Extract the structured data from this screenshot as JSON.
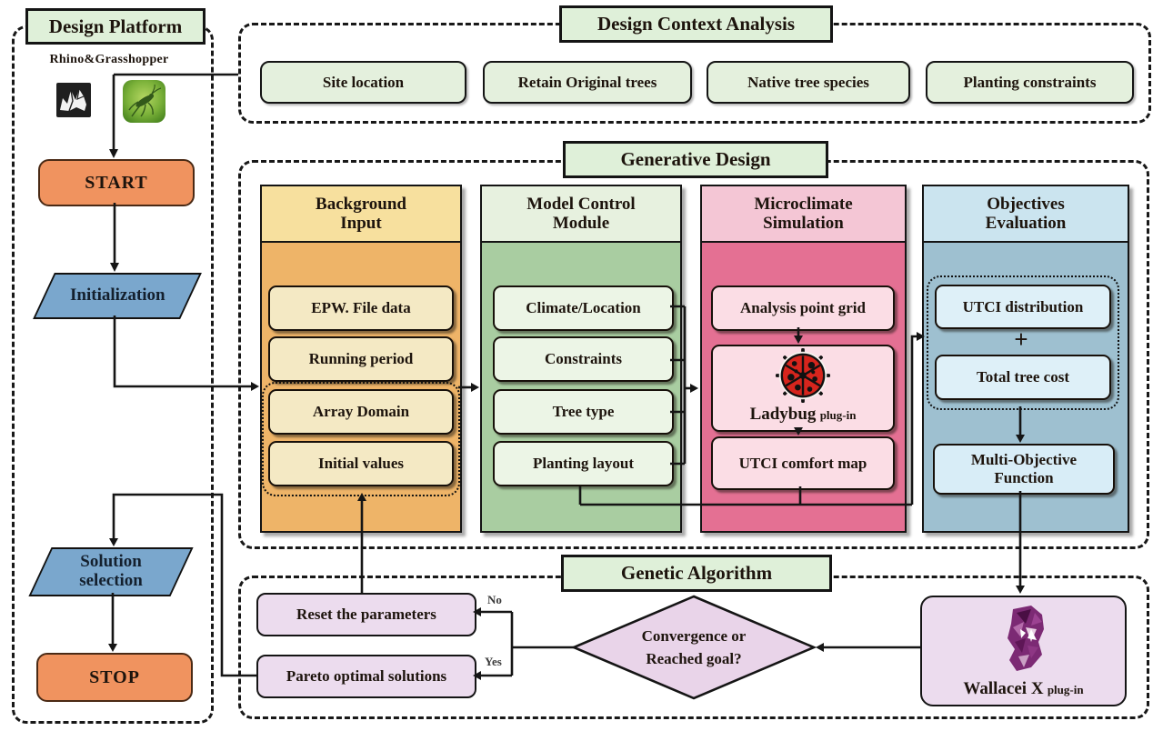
{
  "design_platform": {
    "title": "Design Platform",
    "tools_label": "Rhino&Grasshopper",
    "start": "START",
    "initialization": "Initialization",
    "solution_selection": "Solution selection",
    "stop": "STOP"
  },
  "design_context_analysis": {
    "title": "Design Context Analysis",
    "items": [
      "Site location",
      "Retain Original trees",
      "Native tree species",
      "Planting constraints"
    ]
  },
  "generative_design": {
    "title": "Generative Design",
    "columns": [
      {
        "title": "Background Input",
        "items": [
          "EPW. File data",
          "Running period",
          "Array Domain",
          "Initial values"
        ]
      },
      {
        "title": "Model Control Module",
        "items": [
          "Climate/Location",
          "Constraints",
          "Tree type",
          "Planting layout"
        ]
      },
      {
        "title": "Microclimate Simulation",
        "items": [
          "Analysis point grid",
          "UTCI comfort map"
        ],
        "plugin_name": "Ladybug",
        "plugin_suffix": "plug-in"
      },
      {
        "title": "Objectives Evaluation",
        "items": [
          "UTCI distribution",
          "Total tree cost",
          "Multi-Objective Function"
        ],
        "plus": "+"
      }
    ]
  },
  "genetic_algorithm": {
    "title": "Genetic Algorithm",
    "reset": "Reset the parameters",
    "pareto": "Pareto optimal solutions",
    "decision": "Convergence or Reached goal?",
    "no_label": "No",
    "yes_label": "Yes",
    "plugin_name": "Wallacei X",
    "plugin_suffix": "plug-in"
  },
  "colors": {
    "title_green": "#dff0d9",
    "context_green": "#e4f0dd",
    "start_stop_orange": "#f0935f",
    "parallelogram_blue": "#7aa7cd",
    "background_input_header": "#f7e09e",
    "background_input_body": "#eeb468",
    "background_input_item": "#f4e9c4",
    "model_control_header": "#e7f1df",
    "model_control_body": "#a9cda1",
    "model_control_item": "#ecf5e6",
    "microclimate_header": "#f4c6d5",
    "microclimate_body": "#e47093",
    "microclimate_item": "#fbdde5",
    "objectives_header": "#cbe4ef",
    "objectives_body": "#9ec0d0",
    "objectives_item": "#def0f8",
    "genetic_purple": "#ecdcee",
    "diamond_purple": "#e9d4e9",
    "ladybug_red": "#d6251d",
    "line_black": "#151515"
  }
}
